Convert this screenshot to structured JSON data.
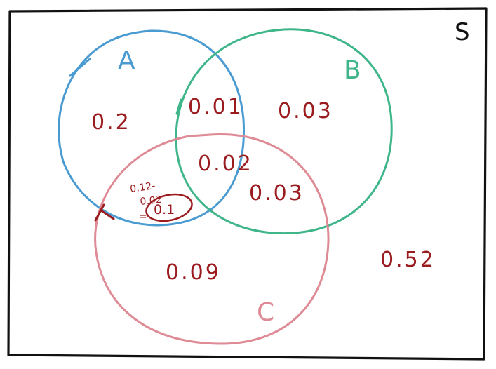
{
  "diagram": {
    "type": "venn",
    "sample_space_label": "S",
    "sets": {
      "a": {
        "label": "A",
        "color": "#4a9bd1"
      },
      "b": {
        "label": "B",
        "color": "#3fb58a"
      },
      "c": {
        "label": "C",
        "color": "#de8b95"
      }
    },
    "regions": {
      "a_only": "0.2",
      "a_b_only": "0.01",
      "a_b_c": "0.02",
      "b_only": "0.03",
      "b_c_only": "0.03",
      "c_only": "0.09",
      "outside": "0.52",
      "a_c_only": "0.1"
    },
    "work_note": {
      "line1": "0.12-",
      "line2": "0.02",
      "eq": "="
    },
    "ink_color": "#9b1c1f",
    "frame_color": "#111111"
  }
}
